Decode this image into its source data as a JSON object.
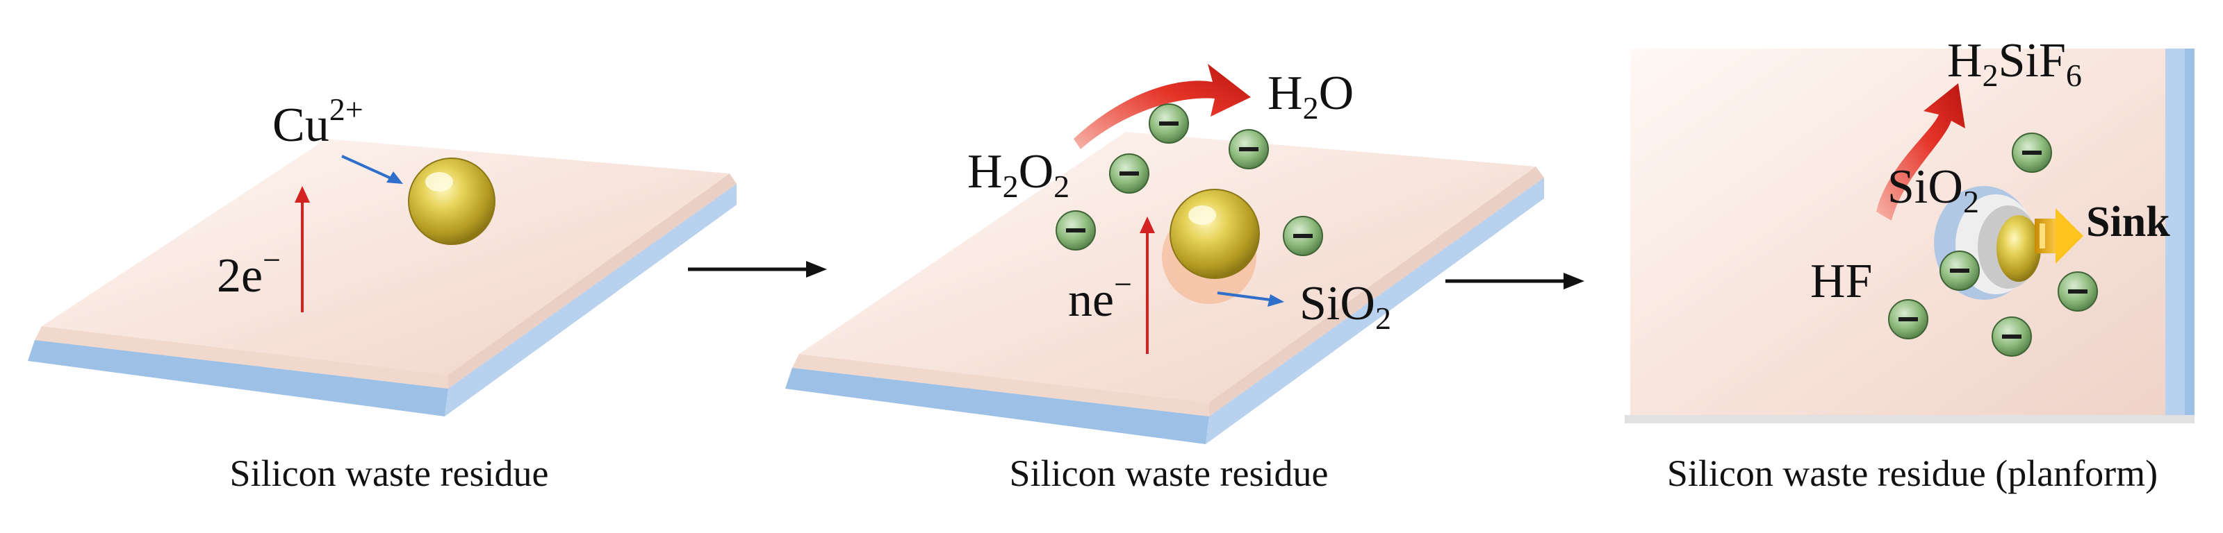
{
  "panels": [
    {
      "caption": "Silicon waste residue",
      "ion": {
        "base": "Cu",
        "sup": "2+"
      },
      "electrons": {
        "prefix": "2e",
        "sup": "−"
      }
    },
    {
      "caption": "Silicon waste residue",
      "reactant": {
        "a": "H",
        "a_sub": "2",
        "b": "O",
        "b_sub": "2"
      },
      "product_water": {
        "a": "H",
        "a_sub": "2",
        "b": "O"
      },
      "electrons": {
        "prefix": "ne",
        "sup": "−"
      },
      "product_oxide": {
        "a": "SiO",
        "a_sub": "2"
      }
    },
    {
      "caption": "Silicon waste residue (planform)",
      "product": {
        "a": "H",
        "a_sub": "2",
        "b": "SiF",
        "b_sub": "6"
      },
      "oxide": {
        "a": "SiO",
        "a_sub": "2"
      },
      "acid": "HF",
      "sink_label": "Sink"
    }
  ],
  "icons": {
    "particle": "gold-particle-icon",
    "electron": "electron-minus-icon",
    "process_arrow": "right-arrow-icon"
  },
  "colors": {
    "slab_top": "#f6e1d8",
    "slab_edge": "#9dc0e6",
    "particle_gold": "#c9b43a",
    "electron_green": "#6f9f5f",
    "red_arrow": "#e0241c",
    "blue_arrow": "#2f6fc9",
    "sink_arrow": "#f0b21a"
  }
}
